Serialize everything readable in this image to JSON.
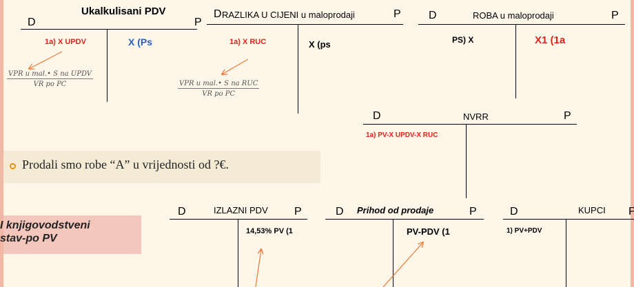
{
  "accounts": {
    "ukalkulisani_pdv": {
      "title": "Ukalkulisani PDV",
      "debit": "D",
      "credit": "P",
      "left_entry": "1a)  X UPDV",
      "right_entry": "X  (Ps",
      "formula_num": "VPR u mal.• S na UPDV",
      "formula_den": "VR po PC"
    },
    "razlika": {
      "title": "RAZLIKA U CIJENI u maloprodaji",
      "debit": "D",
      "credit": "P",
      "left_entry": "1a) X RUC",
      "right_entry": "X  (ps",
      "formula_num": "VPR u mal.• S na RUC",
      "formula_den": "VR po PC"
    },
    "roba": {
      "title": "ROBA u maloprodaji",
      "debit": "D",
      "credit": "P",
      "left_entry": "PS) X",
      "right_entry": "X1 (1a"
    },
    "nvrr": {
      "title": "NVRR",
      "debit": "D",
      "credit": "P",
      "left_entry": "1a) PV-X UPDV-X RUC"
    },
    "izlazni_pdv": {
      "title": "IZLAZNI PDV",
      "debit": "D",
      "credit": "P",
      "right_entry": "14,53% PV  (1"
    },
    "prihod": {
      "title": "Prihod od prodaje",
      "debit": "D",
      "credit": "P",
      "right_entry": "PV-PDV (1"
    },
    "kupci": {
      "title": "KUPCI",
      "debit": "D",
      "credit": "P",
      "left_entry": "1) PV+PDV"
    }
  },
  "sale_note": "Prodali smo robe “A” u vrijednosti od ?€.",
  "booking_label": {
    "line1": "I knjigovodstveni",
    "line2": "stav-po PV"
  },
  "colors": {
    "background": "#fdf6e9",
    "red": "#e32219",
    "blue": "#2e5fb5",
    "arrow": "#ee7a33",
    "bullet": "#e8900e",
    "booking_box": "#f4c7bd"
  }
}
